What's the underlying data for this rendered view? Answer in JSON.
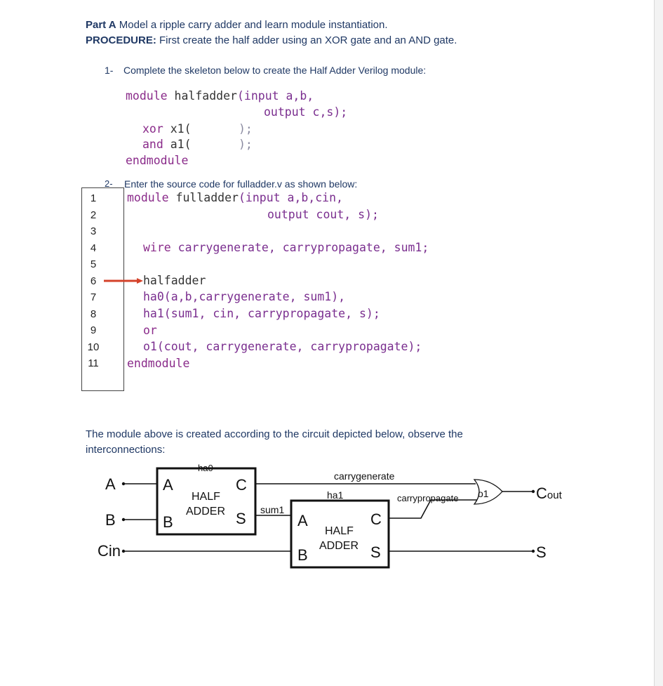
{
  "header": {
    "part_a_label": "Part A",
    "part_a_text": " Model a ripple carry adder and learn module instantiation.",
    "procedure_label": "PROCEDURE:",
    "procedure_text": " First create the half adder using an XOR gate and an AND gate."
  },
  "step1": {
    "number": "1-",
    "text": "Complete the skeleton below to create the Half Adder Verilog module:"
  },
  "halfadder_code": {
    "line1_kw": "module",
    "line1_name": " halfadder",
    "line1_rest": "(input a,b,",
    "line2": "output c,s);",
    "line3_kw": "xor",
    "line3_inst": " x1(",
    "line3_close": ");",
    "line4_kw": "and",
    "line4_inst": " a1(",
    "line4_close": ");",
    "line5": "endmodule"
  },
  "step2": {
    "number": "2-",
    "text": "Enter the source code for fulladder.v as shown below:"
  },
  "line_numbers": [
    "1",
    "2",
    "3",
    "4",
    "5",
    "6",
    "7",
    "8",
    "9",
    "10",
    "11"
  ],
  "fulladder_code": {
    "l1_kw": "module",
    "l1_name": " fulladder",
    "l1_rest": "(input a,b,cin,",
    "l2": "output cout, s);",
    "l4_kw": "wire",
    "l4_rest": " carrygenerate, carrypropagate, sum1;",
    "l6": "halfadder",
    "l7": "ha0(a,b,carrygenerate, sum1),",
    "l8": "ha1(sum1, cin, carrypropagate, s);",
    "l9": "or",
    "l10": "o1(cout, carrygenerate, carrypropagate);",
    "l11": "endmodule"
  },
  "description": "The module above is created according to the circuit depicted below, observe the\ninterconnections:",
  "diagram": {
    "in_a": "A",
    "in_b": "B",
    "in_cin": "Cin",
    "ha0_label": "ha0",
    "ha0_A": "A",
    "ha0_B": "B",
    "ha0_C": "C",
    "ha0_S": "S",
    "ha0_text1": "HALF",
    "ha0_text2": "ADDER",
    "sum1": "sum1",
    "carrygenerate": "carrygenerate",
    "ha1_label": "ha1",
    "ha1_A": "A",
    "ha1_B": "B",
    "ha1_C": "C",
    "ha1_S": "S",
    "ha1_text1": "HALF",
    "ha1_text2": "ADDER",
    "carrypropagate": "carrypropagate",
    "o1": "o1",
    "cout_main": "C",
    "cout_sub": "out",
    "s_out": "S"
  }
}
